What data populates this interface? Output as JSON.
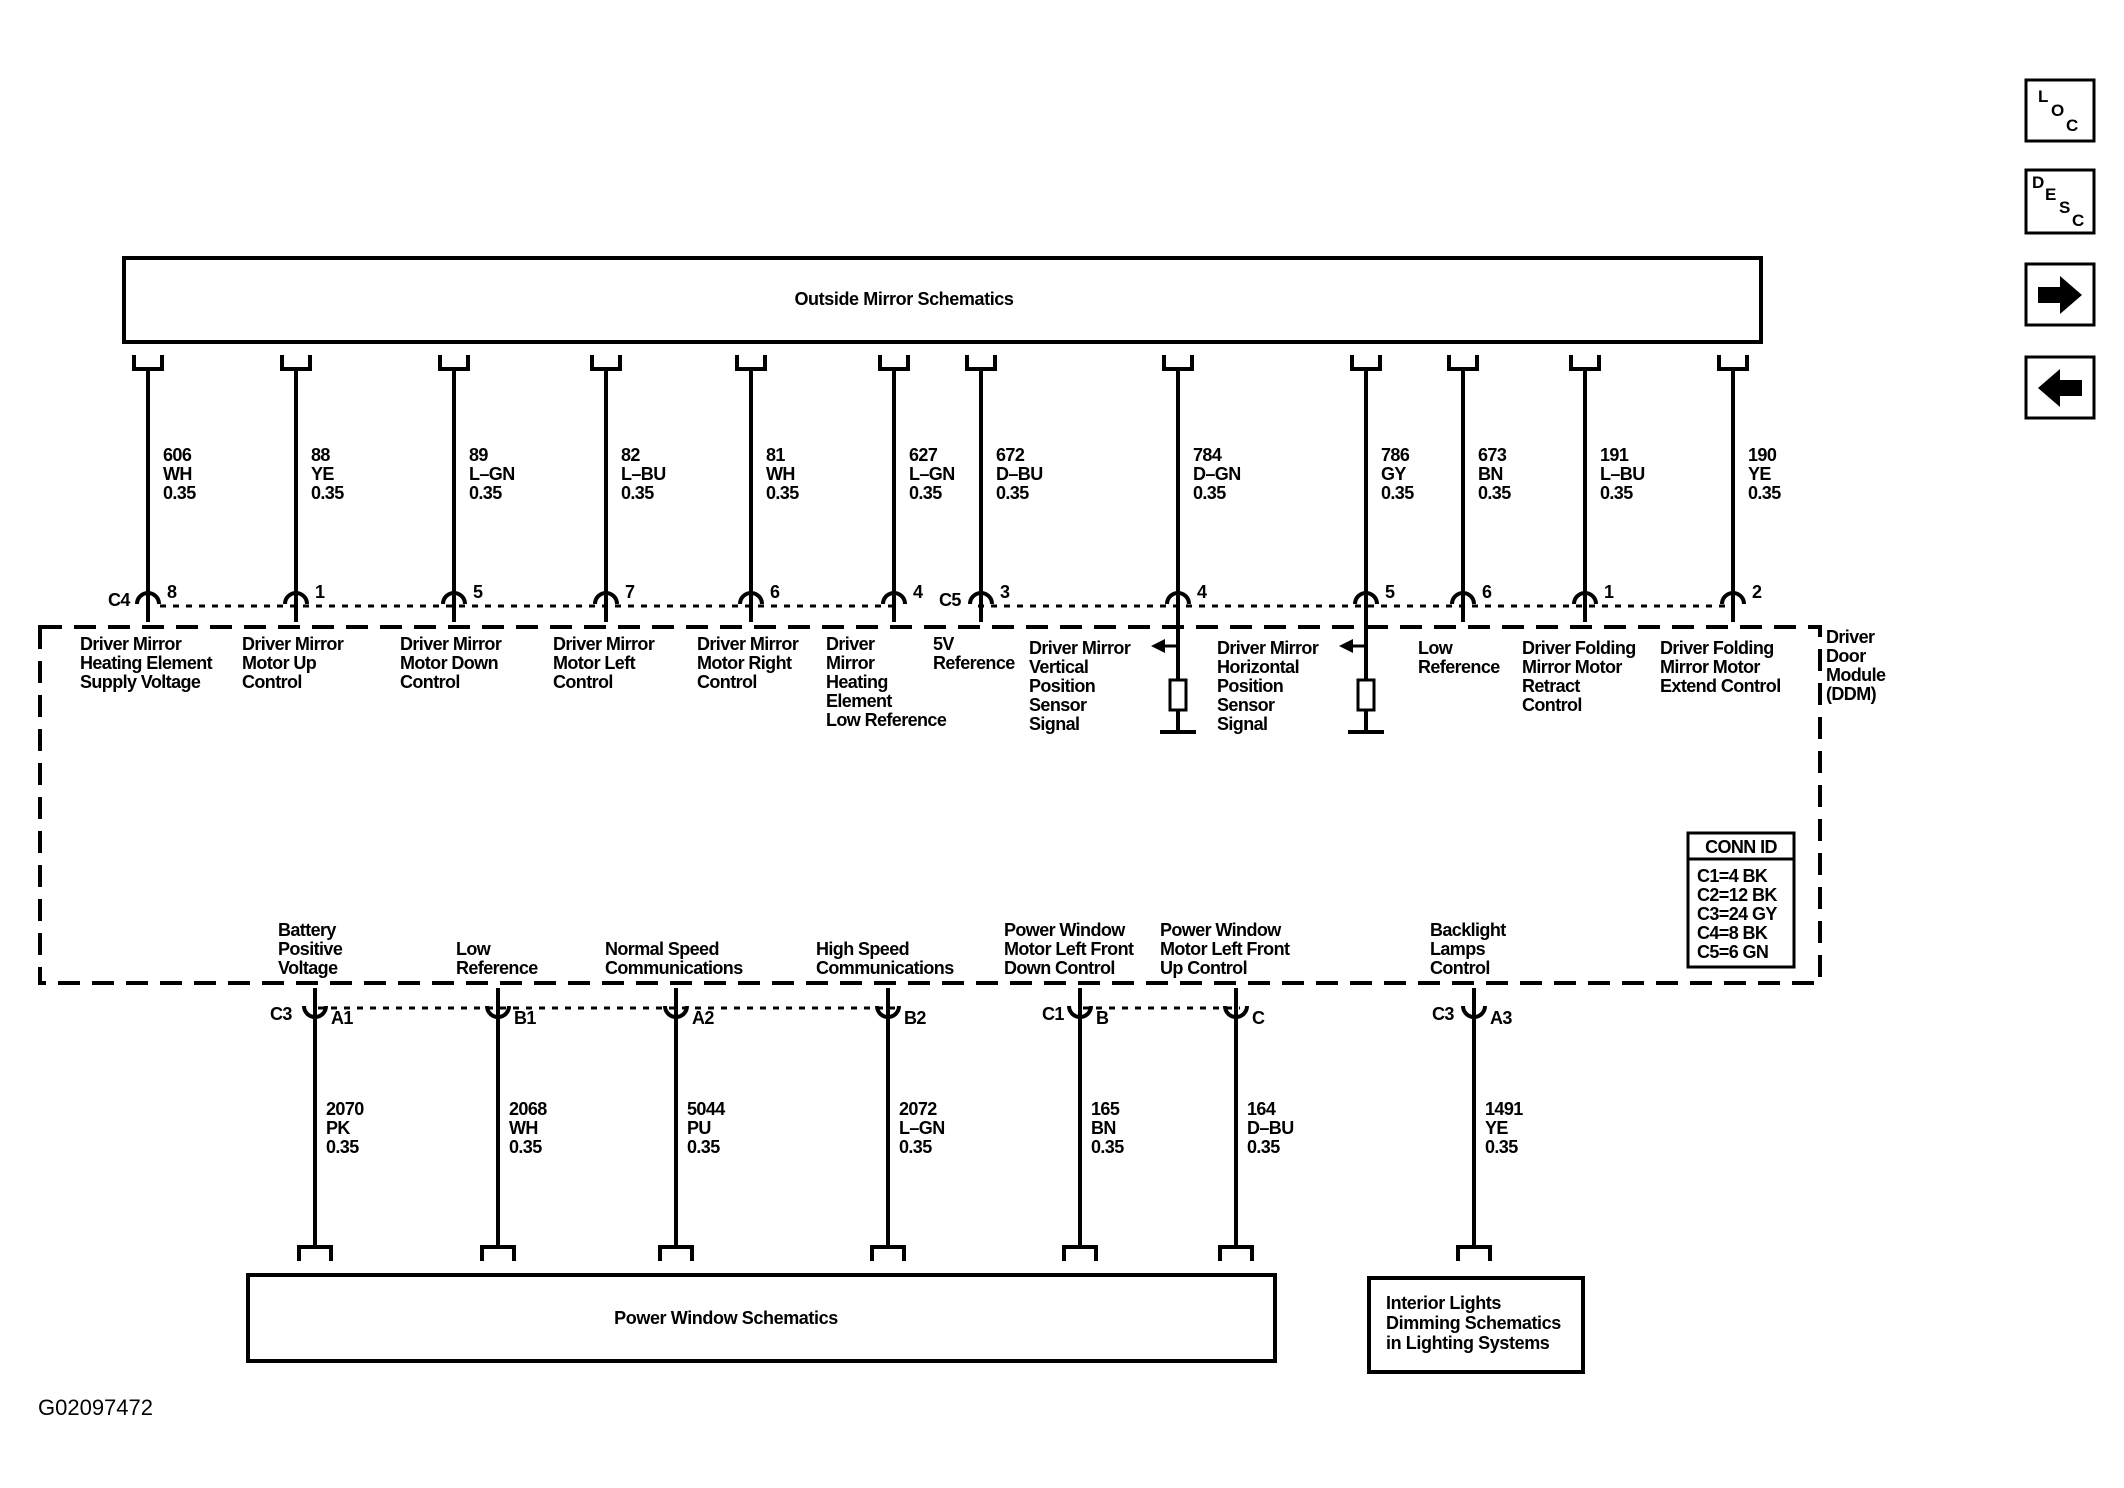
{
  "top_box": {
    "title": "Outside Mirror Schematics"
  },
  "bottom_left_box": {
    "title": "Power Window Schematics"
  },
  "bottom_right_box": {
    "lines": [
      "Interior Lights",
      "Dimming Schematics",
      "in Lighting Systems"
    ]
  },
  "module": {
    "lines": [
      "Driver",
      "Door",
      "Module",
      "(DDM)"
    ]
  },
  "conn_id": {
    "title": "CONN ID",
    "rows": [
      "C1=4 BK",
      "C2=12 BK",
      "C3=24 GY",
      "C4=8 BK",
      "C5=6 GN"
    ]
  },
  "connectors": {
    "c4": "C4",
    "c5": "C5",
    "c3": "C3",
    "c1": "C1"
  },
  "top_circuits": [
    {
      "number": "606",
      "color": "WH",
      "gauge": "0.35",
      "pin": "8",
      "label": [
        "Driver Mirror",
        "Heating Element",
        "Supply Voltage"
      ]
    },
    {
      "number": "88",
      "color": "YE",
      "gauge": "0.35",
      "pin": "1",
      "label": [
        "Driver Mirror",
        "Motor Up",
        "Control"
      ]
    },
    {
      "number": "89",
      "color": "L–GN",
      "gauge": "0.35",
      "pin": "5",
      "label": [
        "Driver Mirror",
        "Motor Down",
        "Control"
      ]
    },
    {
      "number": "82",
      "color": "L–BU",
      "gauge": "0.35",
      "pin": "7",
      "label": [
        "Driver Mirror",
        "Motor Left",
        "Control"
      ]
    },
    {
      "number": "81",
      "color": "WH",
      "gauge": "0.35",
      "pin": "6",
      "label": [
        "Driver Mirror",
        "Motor Right",
        "Control"
      ]
    },
    {
      "number": "627",
      "color": "L–GN",
      "gauge": "0.35",
      "pin": "4",
      "label": [
        "Driver",
        "Mirror",
        "Heating",
        "Element",
        "Low Reference"
      ]
    },
    {
      "number": "672",
      "color": "D–BU",
      "gauge": "0.35",
      "pin": "3",
      "label": [
        "5V",
        "Reference"
      ]
    },
    {
      "number": "784",
      "color": "D–GN",
      "gauge": "0.35",
      "pin": "4",
      "label": [
        "Driver Mirror",
        "Vertical",
        "Position",
        "Sensor",
        "Signal"
      ]
    },
    {
      "number": "786",
      "color": "GY",
      "gauge": "0.35",
      "pin": "5",
      "label": [
        "Driver Mirror",
        "Horizontal",
        "Position",
        "Sensor",
        "Signal"
      ]
    },
    {
      "number": "673",
      "color": "BN",
      "gauge": "0.35",
      "pin": "6",
      "label": [
        "Low",
        "Reference"
      ]
    },
    {
      "number": "191",
      "color": "L–BU",
      "gauge": "0.35",
      "pin": "1",
      "label": [
        "Driver Folding",
        "Mirror Motor",
        "Retract",
        "Control"
      ]
    },
    {
      "number": "190",
      "color": "YE",
      "gauge": "0.35",
      "pin": "2",
      "label": [
        "Driver Folding",
        "Mirror Motor",
        "Extend Control"
      ]
    }
  ],
  "bottom_circuits": [
    {
      "number": "2070",
      "color": "PK",
      "gauge": "0.35",
      "pin": "A1",
      "label": [
        "Battery",
        "Positive",
        "Voltage"
      ]
    },
    {
      "number": "2068",
      "color": "WH",
      "gauge": "0.35",
      "pin": "B1",
      "label": [
        "Low",
        "Reference"
      ]
    },
    {
      "number": "5044",
      "color": "PU",
      "gauge": "0.35",
      "pin": "A2",
      "label": [
        "Normal Speed",
        "Communications"
      ]
    },
    {
      "number": "2072",
      "color": "L–GN",
      "gauge": "0.35",
      "pin": "B2",
      "label": [
        "High Speed",
        "Communications"
      ]
    },
    {
      "number": "165",
      "color": "BN",
      "gauge": "0.35",
      "pin": "B",
      "label": [
        "Power Window",
        "Motor Left Front",
        "Down Control"
      ]
    },
    {
      "number": "164",
      "color": "D–BU",
      "gauge": "0.35",
      "pin": "C",
      "label": [
        "Power Window",
        "Motor Left Front",
        "Up Control"
      ]
    },
    {
      "number": "1491",
      "color": "YE",
      "gauge": "0.35",
      "pin": "A3",
      "label": [
        "Backlight",
        "Lamps",
        "Control"
      ]
    }
  ],
  "nav_buttons": {
    "loc": [
      "L",
      "O",
      "C"
    ],
    "desc": [
      "D",
      "E",
      "S",
      "C"
    ],
    "forward_icon": "arrow-right-icon",
    "back_icon": "arrow-left-icon"
  },
  "figure_id": "G02097472"
}
